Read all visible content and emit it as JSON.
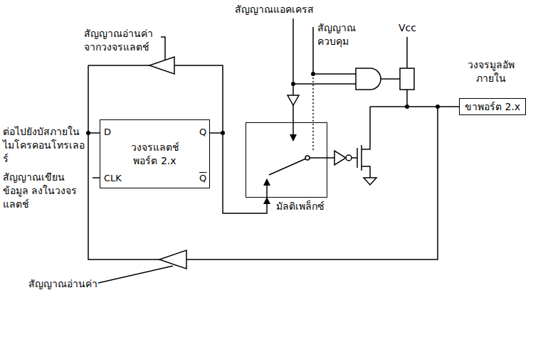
{
  "diagram": {
    "nodes": [
      {
        "text": [
          "วงจรแลตช์ พอร์ต 2.x"
        ]
      },
      {
        "text": [
          "มัลติเพล็กซ์"
        ]
      },
      {
        "text": [
          "ขาพอร์ต 2.x"
        ]
      }
    ],
    "edges": [
      {
        "from": 0,
        "to": 1,
        "arrow": "to"
      }
    ],
    "labels": [
      "สัญญาณแอคเครส",
      "สัญญาณ ควบคุม",
      "Vcc",
      "วงจรมูลอัพ ภายใน",
      "สัญญาณอ่านค่า จากวงจรแลตช์",
      "ต่อไปยังบัสภายใน ไมโครคอนโทรเลอร์",
      "สัญญาณเขียนข้อมูล ลงในวงจรแลตช์",
      "D",
      "Q",
      "CLK",
      "Q",
      "สัญญาณอ่านค่า"
    ]
  }
}
